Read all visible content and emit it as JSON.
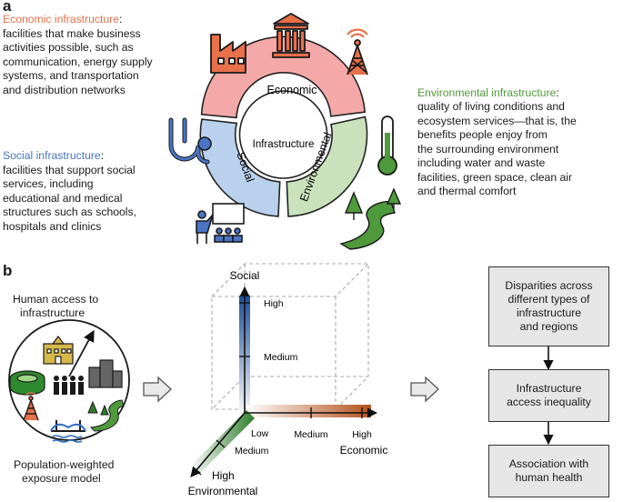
{
  "panel_a": {
    "letter": "a",
    "economic": {
      "heading": "Economic infrastructure",
      "colon": ":",
      "lines": [
        "facilities that make business",
        "activities possible, such as",
        "communication, energy supply",
        "systems, and transportation",
        "and distribution networks"
      ]
    },
    "social": {
      "heading": "Social infrastructure",
      "colon": ":",
      "lines": [
        "facilities that support social",
        "services, including",
        "educational and medical",
        "structures such as schools,",
        "hospitals and clinics"
      ]
    },
    "environmental": {
      "heading": "Environmental infrastructure",
      "colon": ":",
      "lines": [
        "quality of living conditions and",
        "ecosystem services—that is, the",
        "benefits people enjoy from",
        "the surrounding environment",
        "including water and waste",
        "facilities, green space, clean air",
        "and thermal comfort"
      ]
    },
    "ring": {
      "center": "Infrastructure",
      "economic": "Economic",
      "social": "Social",
      "environmental": "Environmental"
    },
    "colors": {
      "economic": "#e8704b",
      "social": "#4a74c4",
      "environmental": "#4f9a3c"
    }
  },
  "panel_b": {
    "letter": "b",
    "access_title": [
      "Human access to",
      "infrastructure"
    ],
    "model_title": [
      "Population-weighted",
      "exposure model"
    ],
    "axes": {
      "social": "Social",
      "economic": "Economic",
      "environmental": "Environmental",
      "social_high": "High",
      "social_medium": "Medium",
      "econ_medium": "Medium",
      "econ_high": "High",
      "env_low": "Low",
      "env_medium": "Medium",
      "env_high": "High"
    },
    "flow": [
      [
        "Disparities across",
        "different types of",
        "infrastructure",
        "and regions"
      ],
      [
        "Infrastructure",
        "access inequality"
      ],
      [
        "Association with",
        "human health"
      ]
    ]
  }
}
